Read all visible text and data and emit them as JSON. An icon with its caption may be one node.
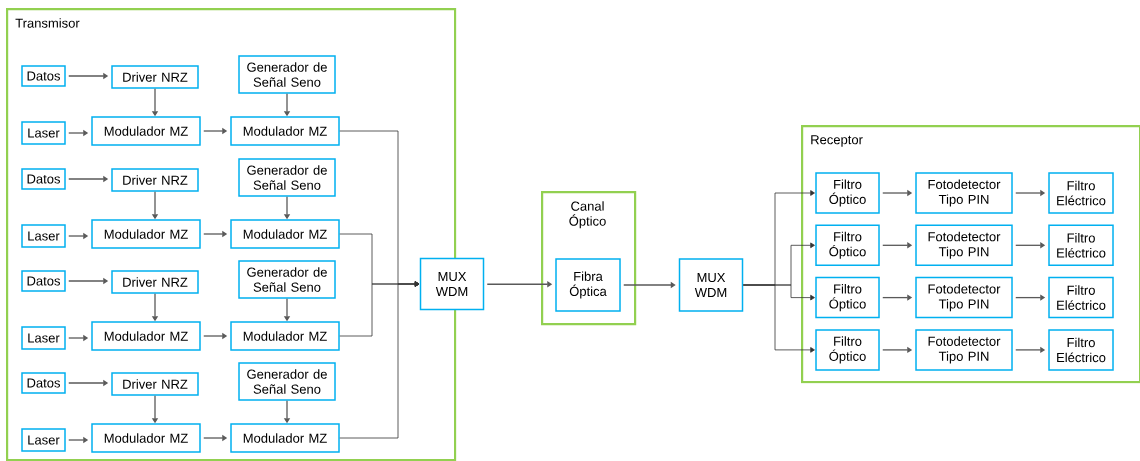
{
  "diagram": {
    "nodes": [
      {
        "text": [
          "Transmisor"
        ]
      },
      {
        "text": [
          "Datos"
        ],
        "in": 0
      },
      {
        "text": [
          "Driver NRZ"
        ],
        "in": 0
      },
      {
        "text": [
          "Generador de Señal Seno"
        ],
        "in": 0
      },
      {
        "text": [
          "Laser"
        ],
        "in": 0
      },
      {
        "text": [
          "Modulador MZ"
        ],
        "in": 0
      },
      {
        "text": [
          "Modulador MZ"
        ],
        "in": 0
      },
      {
        "text": [
          "Datos"
        ],
        "in": 0
      },
      {
        "text": [
          "Driver NRZ"
        ],
        "in": 0
      },
      {
        "text": [
          "Generador de Señal Seno"
        ],
        "in": 0
      },
      {
        "text": [
          "Laser"
        ],
        "in": 0
      },
      {
        "text": [
          "Modulador MZ"
        ],
        "in": 0
      },
      {
        "text": [
          "Modulador MZ"
        ],
        "in": 0
      },
      {
        "text": [
          "Datos"
        ],
        "in": 0
      },
      {
        "text": [
          "Driver NRZ"
        ],
        "in": 0
      },
      {
        "text": [
          "Generador de Señal Seno"
        ],
        "in": 0
      },
      {
        "text": [
          "Laser"
        ],
        "in": 0
      },
      {
        "text": [
          "Modulador MZ"
        ],
        "in": 0
      },
      {
        "text": [
          "Modulador MZ"
        ],
        "in": 0
      },
      {
        "text": [
          "Datos"
        ],
        "in": 0
      },
      {
        "text": [
          "Driver NRZ"
        ],
        "in": 0
      },
      {
        "text": [
          "Generador de Señal Seno"
        ],
        "in": 0
      },
      {
        "text": [
          "Laser"
        ],
        "in": 0
      },
      {
        "text": [
          "Modulador MZ"
        ],
        "in": 0
      },
      {
        "text": [
          "Modulador MZ"
        ],
        "in": 0
      },
      {
        "text": [
          "MUX WDM"
        ]
      },
      {
        "text": [
          "Canal Óptico"
        ]
      },
      {
        "text": [
          "Fibra Óptica"
        ],
        "in": 26
      },
      {
        "text": [
          "MUX WDM"
        ]
      },
      {
        "text": [
          "Receptor"
        ]
      },
      {
        "text": [
          "Filtro Óptico"
        ],
        "in": 29
      },
      {
        "text": [
          "Fotodetector Tipo PIN"
        ],
        "in": 29
      },
      {
        "text": [
          "Filtro Eléctrico"
        ],
        "in": 29
      },
      {
        "text": [
          "Filtro Óptico"
        ],
        "in": 29
      },
      {
        "text": [
          "Fotodetector Tipo PIN"
        ],
        "in": 29
      },
      {
        "text": [
          "Filtro Eléctrico"
        ],
        "in": 29
      },
      {
        "text": [
          "Filtro Óptico"
        ],
        "in": 29
      },
      {
        "text": [
          "Fotodetector Tipo PIN"
        ],
        "in": 29
      },
      {
        "text": [
          "Filtro Eléctrico"
        ],
        "in": 29
      },
      {
        "text": [
          "Filtro Óptico"
        ],
        "in": 29
      },
      {
        "text": [
          "Fotodetector Tipo PIN"
        ],
        "in": 29
      },
      {
        "text": [
          "Filtro Eléctrico"
        ],
        "in": 29
      }
    ],
    "edges": [
      {
        "from": 1,
        "to": 2,
        "arrow": "to"
      },
      {
        "from": 2,
        "to": 5,
        "arrow": "to"
      },
      {
        "from": 4,
        "to": 5,
        "arrow": "to"
      },
      {
        "from": 5,
        "to": 6,
        "arrow": "to"
      },
      {
        "from": 3,
        "to": 6,
        "arrow": "to"
      },
      {
        "from": 6,
        "to": 25,
        "arrow": "to"
      },
      {
        "from": 7,
        "to": 8,
        "arrow": "to"
      },
      {
        "from": 8,
        "to": 11,
        "arrow": "to"
      },
      {
        "from": 10,
        "to": 11,
        "arrow": "to"
      },
      {
        "from": 11,
        "to": 12,
        "arrow": "to"
      },
      {
        "from": 9,
        "to": 12,
        "arrow": "to"
      },
      {
        "from": 12,
        "to": 25,
        "arrow": "to"
      },
      {
        "from": 13,
        "to": 14,
        "arrow": "to"
      },
      {
        "from": 14,
        "to": 17,
        "arrow": "to"
      },
      {
        "from": 16,
        "to": 17,
        "arrow": "to"
      },
      {
        "from": 17,
        "to": 18,
        "arrow": "to"
      },
      {
        "from": 15,
        "to": 18,
        "arrow": "to"
      },
      {
        "from": 18,
        "to": 25,
        "arrow": "to"
      },
      {
        "from": 19,
        "to": 20,
        "arrow": "to"
      },
      {
        "from": 20,
        "to": 23,
        "arrow": "to"
      },
      {
        "from": 22,
        "to": 23,
        "arrow": "to"
      },
      {
        "from": 23,
        "to": 24,
        "arrow": "to"
      },
      {
        "from": 21,
        "to": 24,
        "arrow": "to"
      },
      {
        "from": 24,
        "to": 25,
        "arrow": "to"
      },
      {
        "from": 25,
        "to": 27,
        "arrow": "to"
      },
      {
        "from": 27,
        "to": 28,
        "arrow": "to"
      },
      {
        "from": 28,
        "to": 30,
        "arrow": "to"
      },
      {
        "from": 28,
        "to": 33,
        "arrow": "to"
      },
      {
        "from": 28,
        "to": 36,
        "arrow": "to"
      },
      {
        "from": 28,
        "to": 39,
        "arrow": "to"
      },
      {
        "from": 30,
        "to": 31,
        "arrow": "to"
      },
      {
        "from": 31,
        "to": 32,
        "arrow": "to"
      },
      {
        "from": 33,
        "to": 34,
        "arrow": "to"
      },
      {
        "from": 34,
        "to": 35,
        "arrow": "to"
      },
      {
        "from": 36,
        "to": 37,
        "arrow": "to"
      },
      {
        "from": 37,
        "to": 38,
        "arrow": "to"
      },
      {
        "from": 39,
        "to": 40,
        "arrow": "to"
      },
      {
        "from": 40,
        "to": 41,
        "arrow": "to"
      }
    ]
  }
}
